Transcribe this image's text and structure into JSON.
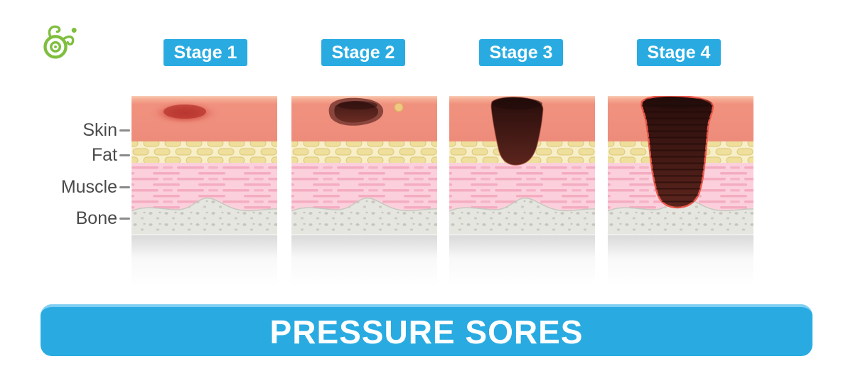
{
  "logo": {
    "icon": "sprout-beetle-icon"
  },
  "stages": [
    {
      "label": "Stage 1"
    },
    {
      "label": "Stage 2"
    },
    {
      "label": "Stage 3"
    },
    {
      "label": "Stage 4"
    }
  ],
  "layers": [
    {
      "label": "Skin"
    },
    {
      "label": "Fat"
    },
    {
      "label": "Muscle"
    },
    {
      "label": "Bone"
    }
  ],
  "banner": {
    "title": "PRESSURE SORES"
  },
  "colors": {
    "accent_blue": "#29ABE2",
    "banner_highlight": "#7ECFF2",
    "logo_green": "#7FBE3F",
    "skin": "#F0917E",
    "fat": "#EFDF9C",
    "muscle": "#F9CCD8",
    "bone": "#E6E6E1",
    "sore_red": "#CC4A40",
    "wound_dark": "#3E1713",
    "wound_rim_red": "#ED5A4C",
    "label_text": "#4A4A4A"
  }
}
